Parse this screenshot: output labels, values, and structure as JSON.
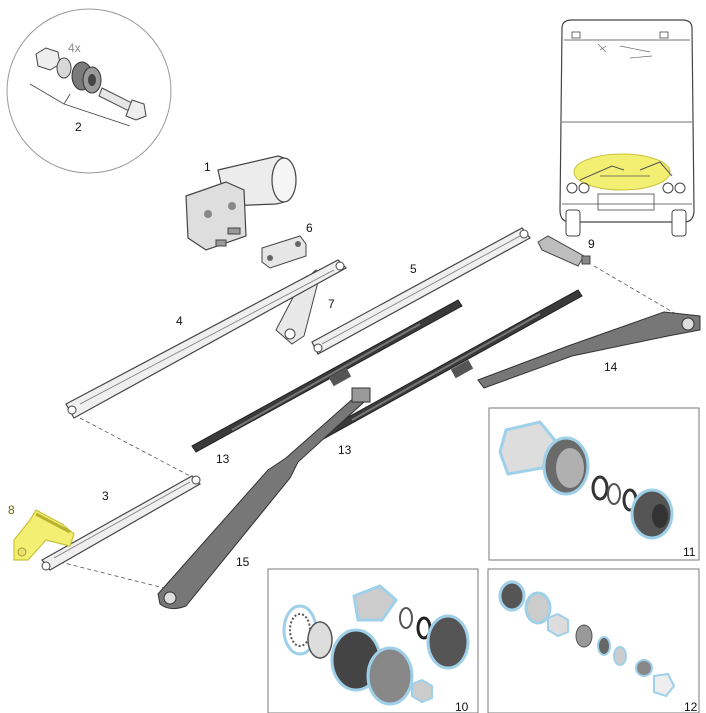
{
  "callouts": {
    "p1": "1",
    "p2": "2",
    "p3": "3",
    "p4": "4",
    "p5": "5",
    "p6": "6",
    "p7": "7",
    "p8": "8",
    "p9": "9",
    "p10": "10",
    "p11": "11",
    "p12": "12",
    "p13a": "13",
    "p13b": "13",
    "p14": "14",
    "p15": "15",
    "qty": "4x"
  },
  "colors": {
    "outline": "#444444",
    "part_fill": "#e9e9e9",
    "part_dark": "#6a6a6a",
    "blade": "#3a3a3a",
    "highlight": "#f3ef72",
    "highlight_dark": "#c8c23a",
    "seal_blue": "#9fd0ea",
    "panel_border": "#7a7a7a"
  }
}
